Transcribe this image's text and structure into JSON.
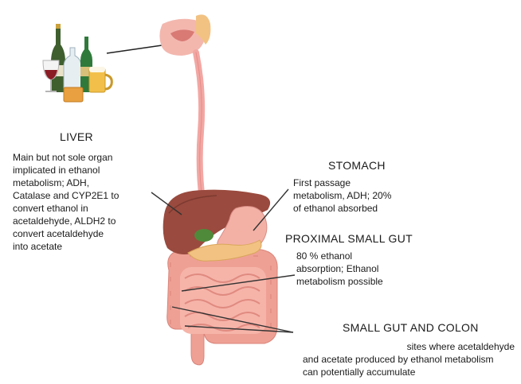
{
  "liver": {
    "title": "LIVER",
    "lines": [
      "Main but not sole organ",
      "implicated in ethanol",
      "metabolism; ADH,",
      "Catalase and CYP2E1 to",
      "convert ethanol in",
      "acetaldehyde, ALDH2 to",
      "convert acetaldehyde",
      "into acetate"
    ]
  },
  "stomach": {
    "title": "STOMACH",
    "lines": [
      "First passage",
      "metabolism, ADH; 20%",
      "of ethanol absorbed"
    ]
  },
  "proximal_small_gut": {
    "title": "PROXIMAL SMALL GUT",
    "lines": [
      "80 % ethanol",
      "absorption; Ethanol",
      "metabolism possible"
    ]
  },
  "small_gut_colon": {
    "title": "SMALL GUT AND COLON",
    "lines": [
      "sites where acetaldehyde",
      "and acetate produced by ethanol metabolism",
      "can potentially accumulate"
    ]
  },
  "colors": {
    "esophagus": "#f2a7a3",
    "liver": "#9a4a3e",
    "stomach": "#f3b1a6",
    "pancreas": "#f2c283",
    "intestine": "#f0a59a",
    "leader_line": "#333333"
  }
}
